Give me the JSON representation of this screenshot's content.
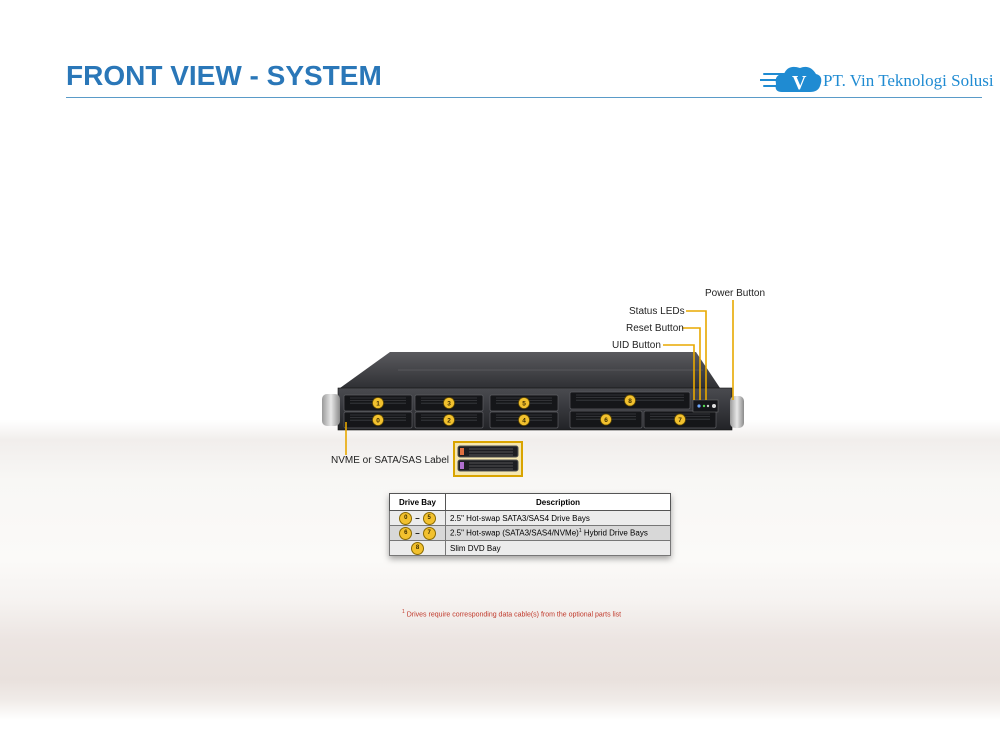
{
  "colors": {
    "title": "#2a77b8",
    "rule": "#5a9bc8",
    "logo_blue": "#1f8bd2",
    "badge": "#f2c12e",
    "callout_line": "#e8a800",
    "footnote": "#c0392b"
  },
  "header": {
    "title": "FRONT VIEW - SYSTEM",
    "logo_text": "PT. Vin Teknologi Solusi",
    "logo_letter": "V",
    "logo_icon": "cloud-v-icon"
  },
  "callouts": {
    "power": "Power Button",
    "status": "Status LEDs",
    "reset": "Reset Button",
    "uid": "UID Button",
    "nvme_label": "NVME or SATA/SAS Label"
  },
  "chassis_bays": {
    "top_row": [
      "1",
      "3",
      "5"
    ],
    "bottom_row": [
      "0",
      "2",
      "4"
    ],
    "hybrid": [
      "6",
      "7"
    ],
    "dvd": "8"
  },
  "table": {
    "headers": {
      "bay": "Drive Bay",
      "desc": "Description"
    },
    "rows": [
      {
        "from": "0",
        "to": "5",
        "sep": "–",
        "desc": "2.5\" Hot-swap SATA3/SAS4 Drive Bays"
      },
      {
        "from": "6",
        "to": "7",
        "sep": "–",
        "desc_pre": "2.5\" Hot-swap (SATA3/SAS4/NVMe)",
        "desc_sup": "1",
        "desc_post": " Hybrid Drive Bays"
      },
      {
        "single": "8",
        "desc": "Slim DVD Bay"
      }
    ]
  },
  "footnote": {
    "mark": "1",
    "text": " Drives require corresponding data cable(s) from the optional parts list"
  }
}
